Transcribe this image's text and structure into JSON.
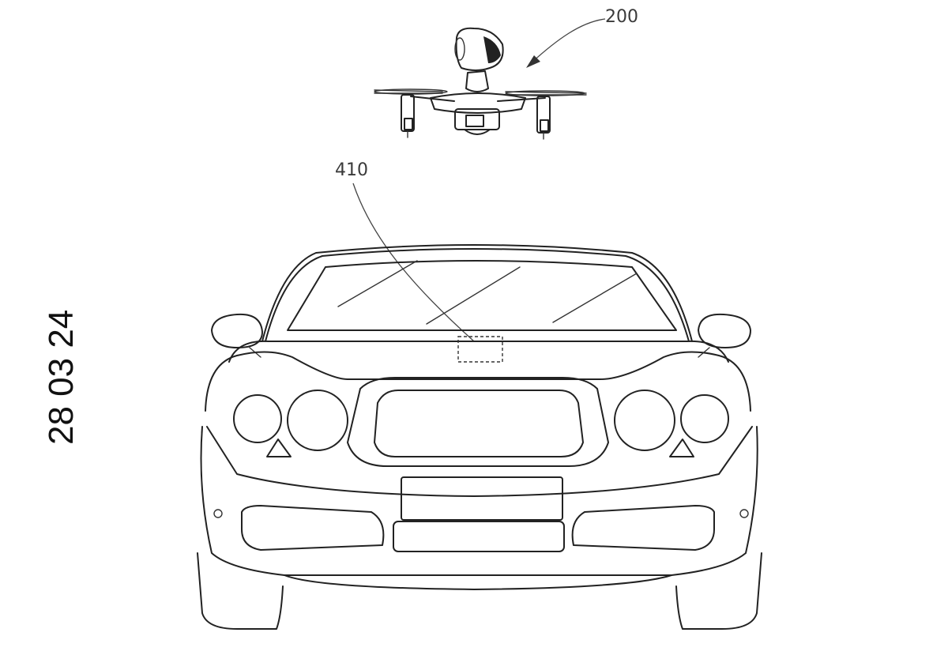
{
  "figure": {
    "date_stamp": "28 03 24",
    "labels": {
      "drone_ref": "200",
      "marker_ref": "410"
    }
  },
  "elements": {
    "drone": "drone-icon",
    "car": "car-icon",
    "marker": "dashed-marker"
  },
  "colors": {
    "ink": "#222222",
    "background": "#ffffff"
  }
}
